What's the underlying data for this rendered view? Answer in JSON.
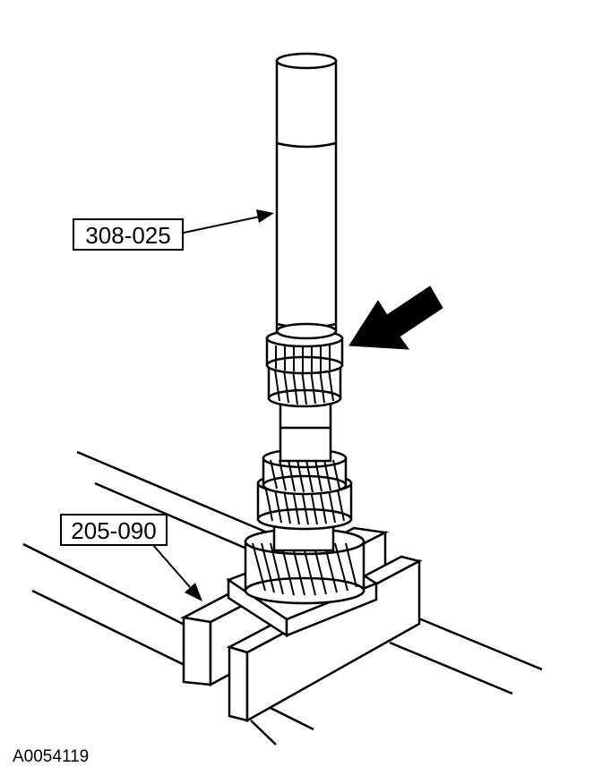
{
  "callouts": {
    "installer_tool": "308-025",
    "holding_fixture": "205-090"
  },
  "figure_id": "A0054119",
  "colors": {
    "line": "#000000",
    "fill": "#ffffff"
  }
}
